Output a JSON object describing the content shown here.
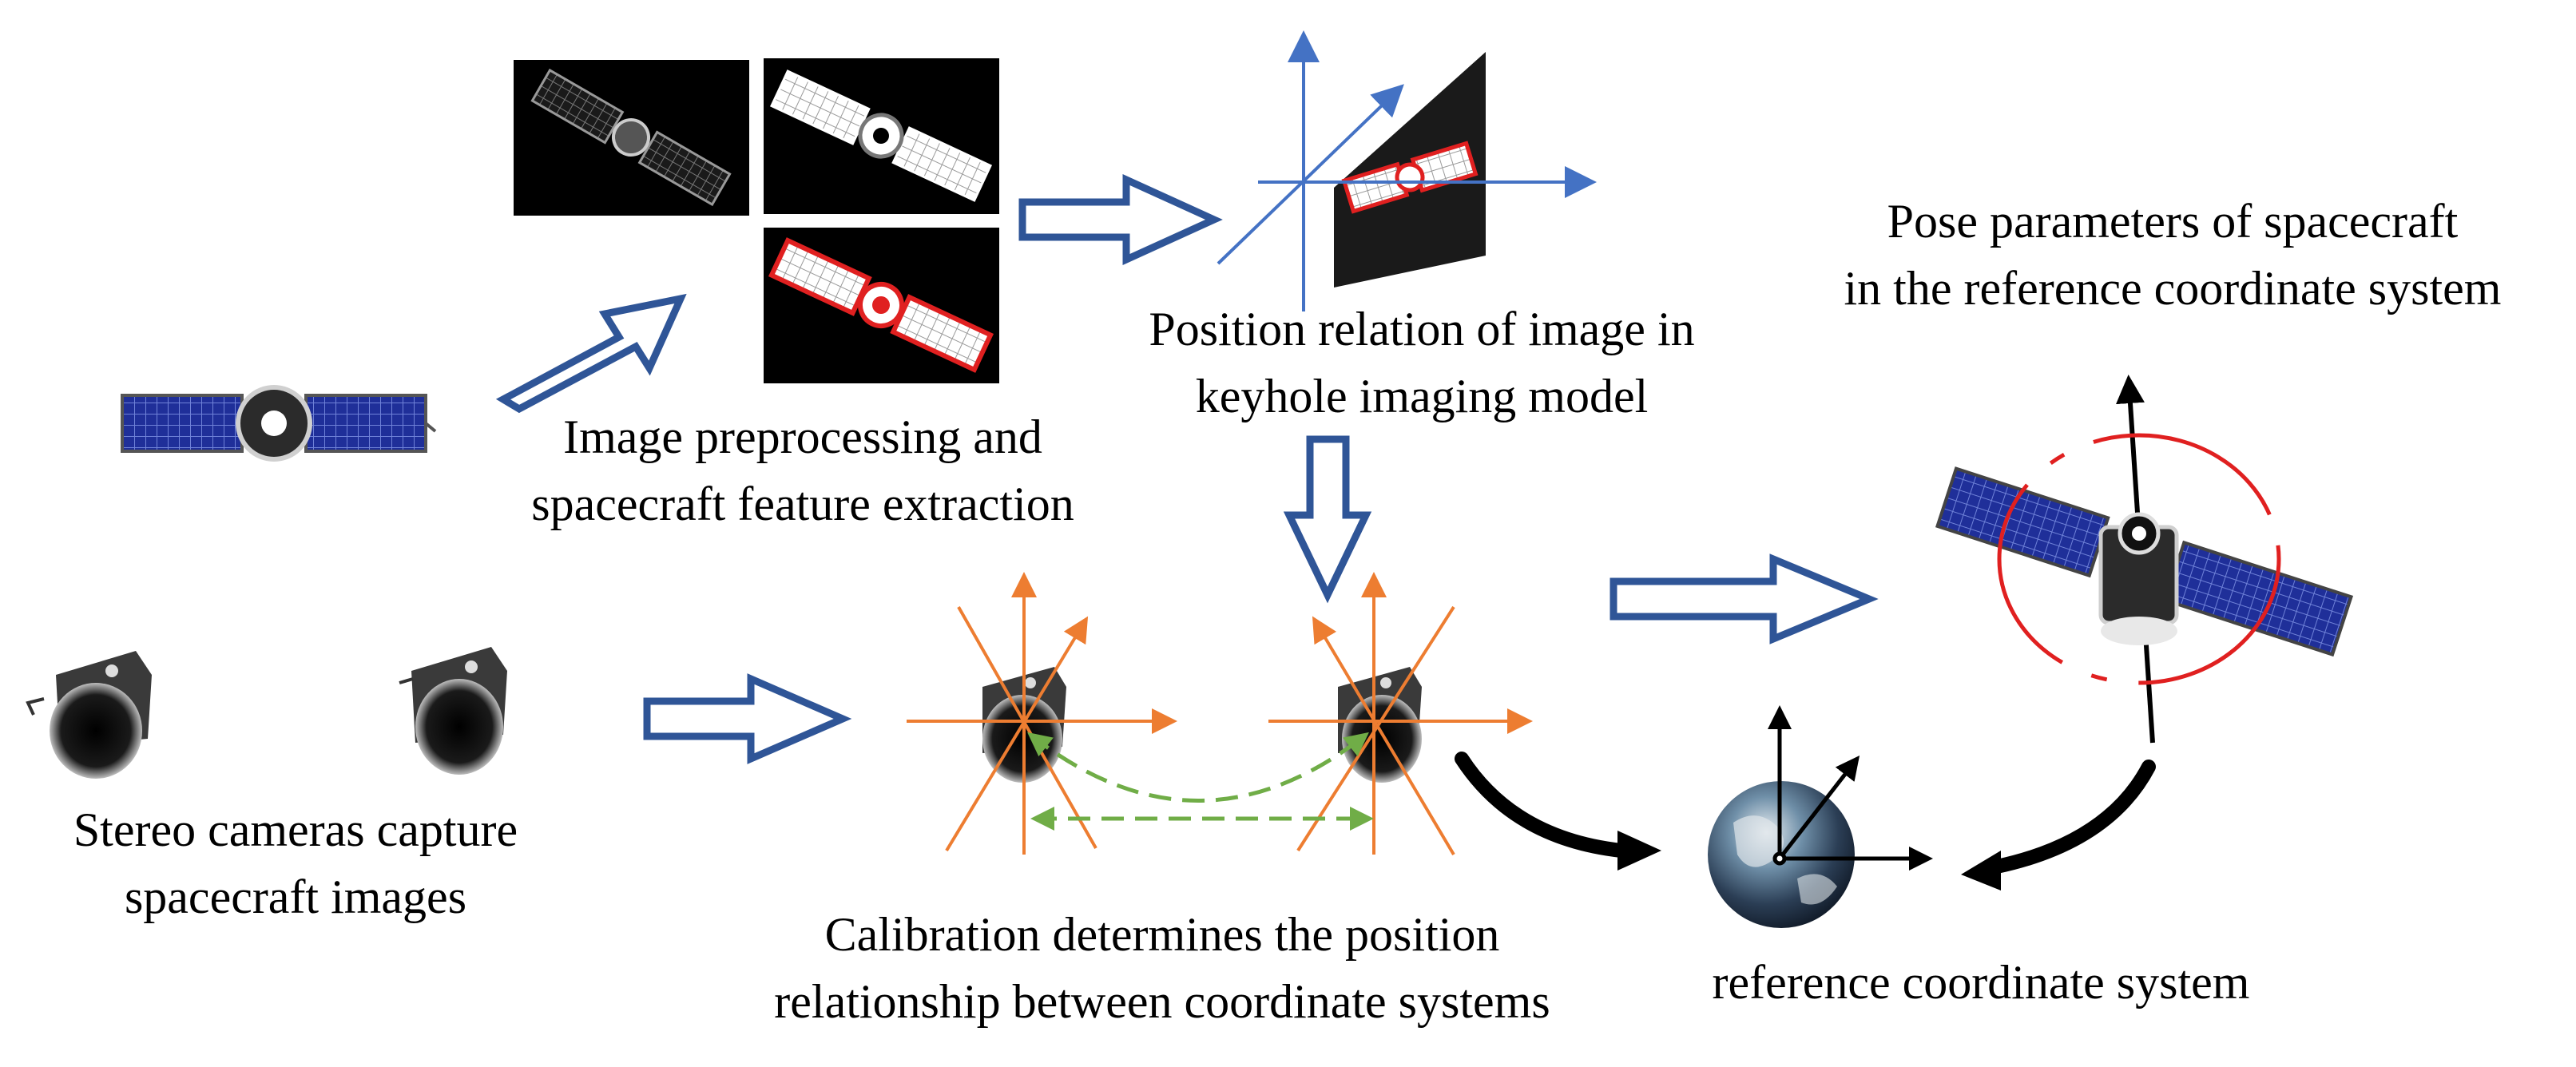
{
  "labels": {
    "stereo": [
      "Stereo cameras capture",
      "spacecraft images"
    ],
    "preprocess": [
      "Image preprocessing and",
      "spacecraft feature extraction"
    ],
    "keyhole": [
      "Position relation of image in",
      "keyhole imaging model"
    ],
    "calibration": [
      "Calibration determines the position",
      "relationship between coordinate systems"
    ],
    "reference": [
      "reference coordinate system"
    ],
    "pose": [
      "Pose parameters of spacecraft",
      "in the reference coordinate system"
    ]
  },
  "colors": {
    "flow_arrow": "#2f5597",
    "axis_blue": "#4472c4",
    "axis_orange": "#ed7d31",
    "calib_green": "#70ad47",
    "red_outline": "#e02020",
    "solar_panel": "#1f2f99"
  },
  "icons": [
    "satellite-icon",
    "stereo-camera-icon",
    "earth-globe-icon",
    "coordinate-axes-icon"
  ]
}
